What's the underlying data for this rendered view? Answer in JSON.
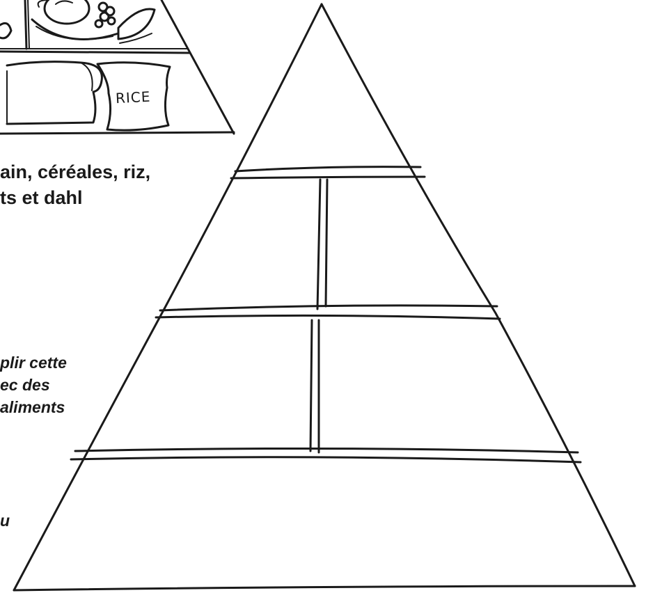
{
  "food_group_text": {
    "line1": "ain, céréales, riz,",
    "line2": "ts et dahl"
  },
  "instruction_text": {
    "line1": "plir cette",
    "line2": "ec des",
    "line3": "aliments",
    "line4": "u"
  },
  "illustration": {
    "rice_bag_label": "RICE"
  },
  "colors": {
    "ink": "#1a1a1a",
    "paper": "#ffffff"
  }
}
